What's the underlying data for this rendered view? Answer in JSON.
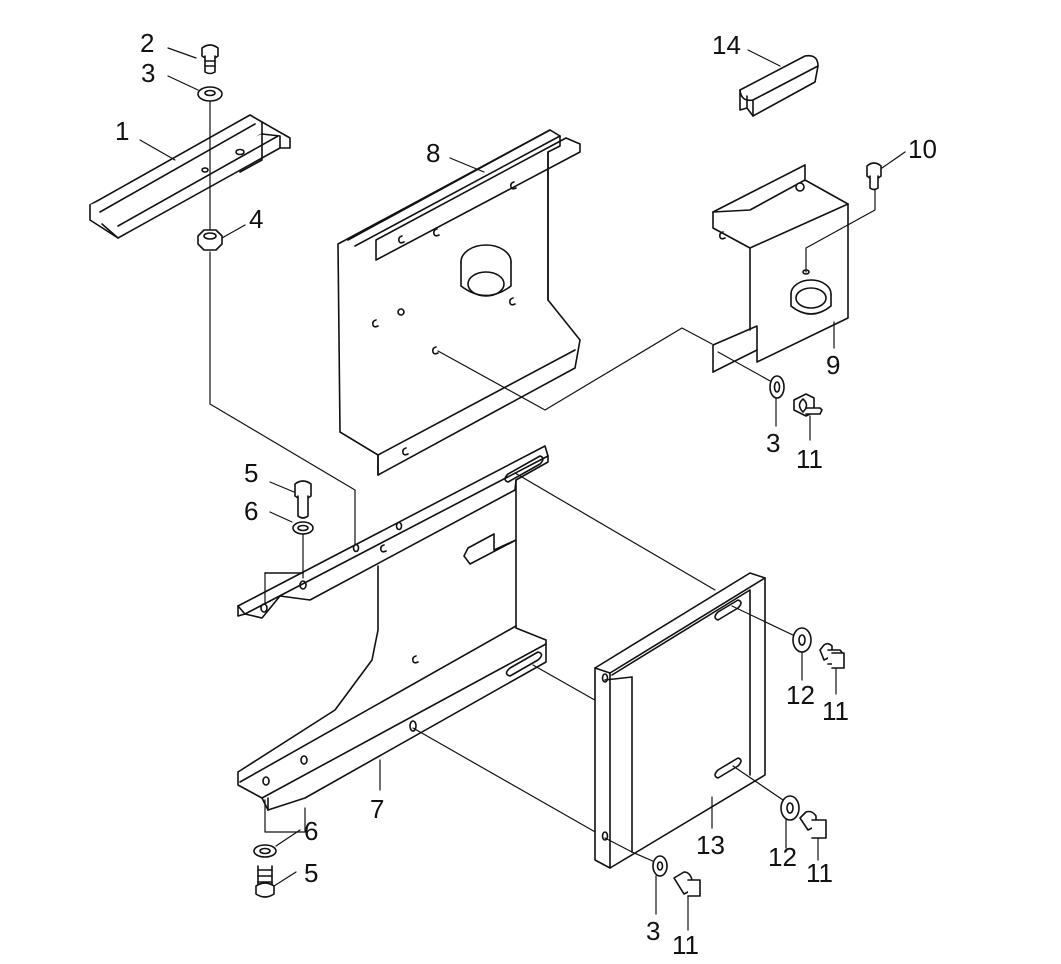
{
  "colors": {
    "line": "#111111",
    "fill": "#ffffff",
    "shade": "#d8d8d8"
  },
  "callouts": [
    {
      "id": "c1",
      "text": "1"
    },
    {
      "id": "c2",
      "text": "2"
    },
    {
      "id": "c3a",
      "text": "3"
    },
    {
      "id": "c4",
      "text": "4"
    },
    {
      "id": "c8",
      "text": "8"
    },
    {
      "id": "c14",
      "text": "14"
    },
    {
      "id": "c10",
      "text": "10"
    },
    {
      "id": "c9",
      "text": "9"
    },
    {
      "id": "c3b",
      "text": "3"
    },
    {
      "id": "c11a",
      "text": "11"
    },
    {
      "id": "c5a",
      "text": "5"
    },
    {
      "id": "c6a",
      "text": "6"
    },
    {
      "id": "c12a",
      "text": "12"
    },
    {
      "id": "c11b",
      "text": "11"
    },
    {
      "id": "c7",
      "text": "7"
    },
    {
      "id": "c6b",
      "text": "6"
    },
    {
      "id": "c5b",
      "text": "5"
    },
    {
      "id": "c13",
      "text": "13"
    },
    {
      "id": "c12b",
      "text": "12"
    },
    {
      "id": "c11c",
      "text": "11"
    },
    {
      "id": "c3c",
      "text": "3"
    },
    {
      "id": "c11d",
      "text": "11"
    }
  ]
}
